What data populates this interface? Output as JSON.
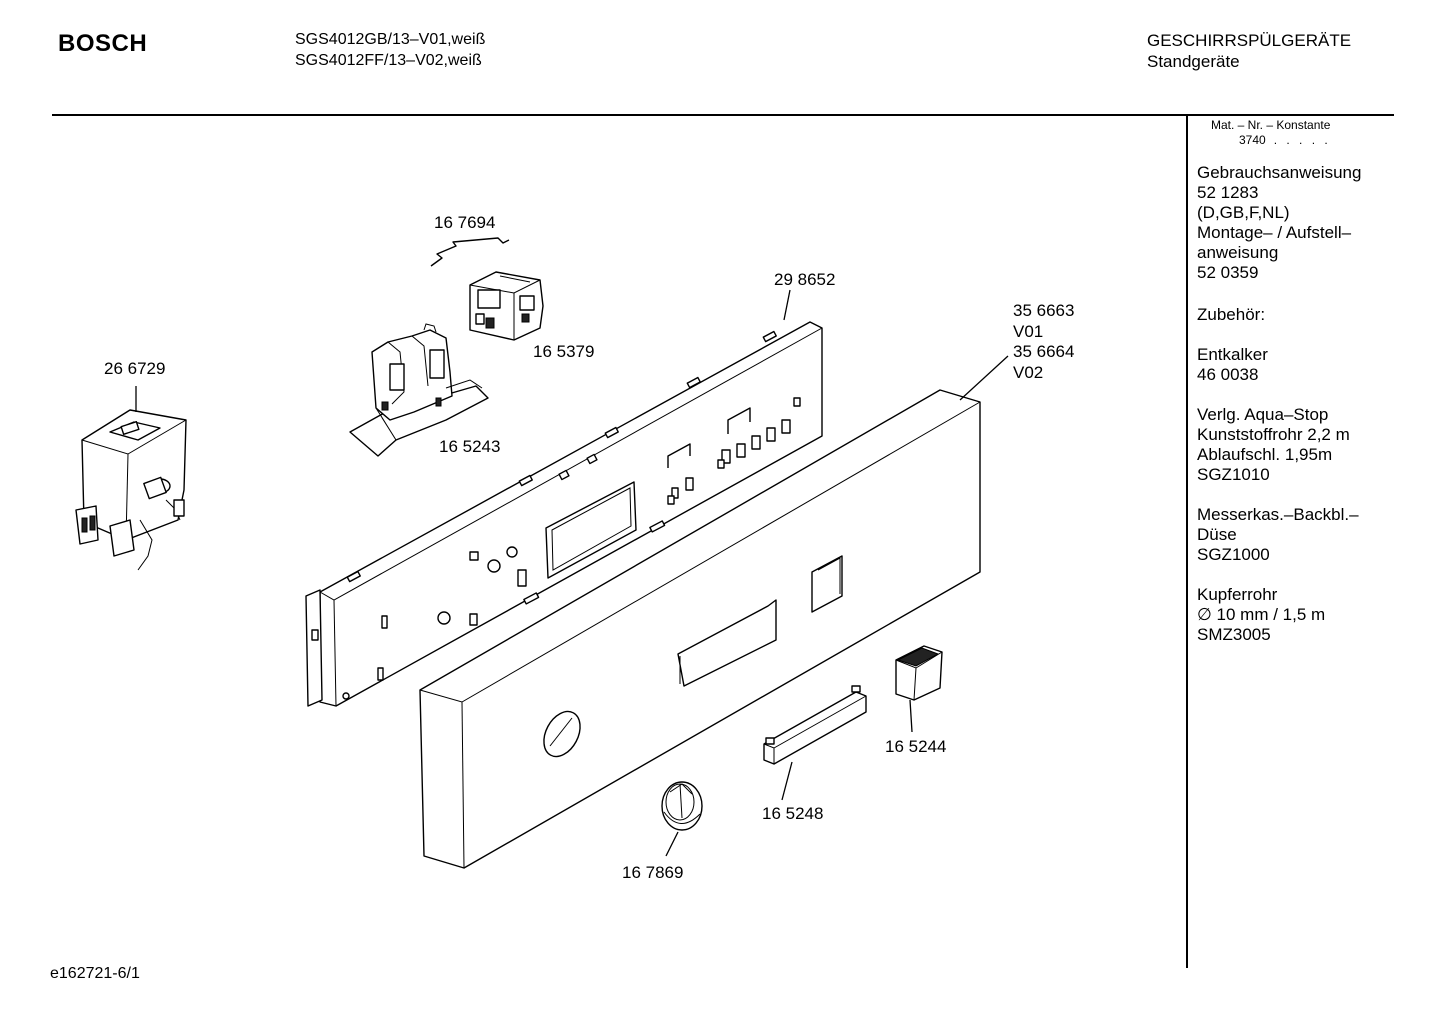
{
  "header": {
    "brand": "BOSCH",
    "models": [
      "SGS4012GB/13–V01,weiß",
      "SGS4012FF/13–V02,weiß"
    ],
    "category": "GESCHIRRSPÜLGERÄTE",
    "subcategory": "Standgeräte"
  },
  "sidebar": {
    "mat_header": "Mat. – Nr. – Konstante",
    "mat_value": "3740",
    "mat_dots": ". . . . .",
    "blocks": [
      {
        "lines": [
          "Gebrauchsanweisung",
          "52 1283",
          "(D,GB,F,NL)",
          "Montage– / Aufstell–",
          "anweisung",
          "52 0359"
        ]
      },
      {
        "lines": [
          "Zubehör:"
        ]
      },
      {
        "lines": [
          "Entkalker",
          "46 0038"
        ]
      },
      {
        "lines": [
          "Verlg. Aqua–Stop",
          "Kunststoffrohr 2,2 m",
          "Ablaufschl. 1,95m",
          "SGZ1010"
        ]
      },
      {
        "lines": [
          "Messerkas.–Backbl.–",
          "Düse",
          "SGZ1000"
        ]
      },
      {
        "lines": [
          "Kupferrohr",
          "∅ 10 mm / 1,5 m",
          "SMZ3005"
        ]
      }
    ]
  },
  "parts": {
    "p167694": "16 7694",
    "p298652": "29 8652",
    "p356663": "35 6663",
    "v01": "V01",
    "p356664": "35 6664",
    "v02": "V02",
    "p165379": "16 5379",
    "p266729": "26 6729",
    "p165243": "16 5243",
    "p165244": "16 5244",
    "p165248": "16 5248",
    "p167869": "16 7869"
  },
  "footer": {
    "code": "e162721-6/1"
  }
}
